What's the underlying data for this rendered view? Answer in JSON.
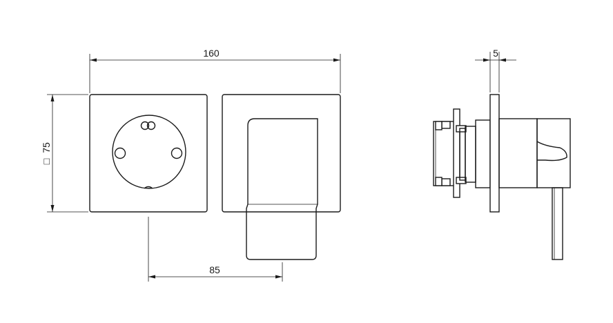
{
  "dimensions": {
    "overall_width": "160",
    "height_prefix": "□",
    "height_value": "75",
    "spacing": "85",
    "plate_thickness": "5"
  },
  "colors": {
    "line": "#1a1a1a",
    "background": "#ffffff"
  }
}
